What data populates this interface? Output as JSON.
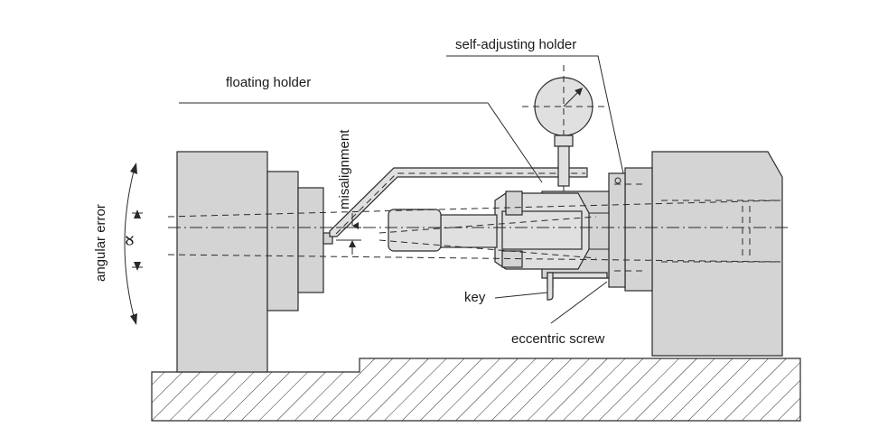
{
  "labels": {
    "self_adjusting_holder": "self-adjusting holder",
    "floating_holder": "floating holder",
    "misalignment": "misalignment",
    "angular_error": "angular error",
    "alpha": "∝",
    "key": "key",
    "eccentric_screw": "eccentric screw"
  }
}
